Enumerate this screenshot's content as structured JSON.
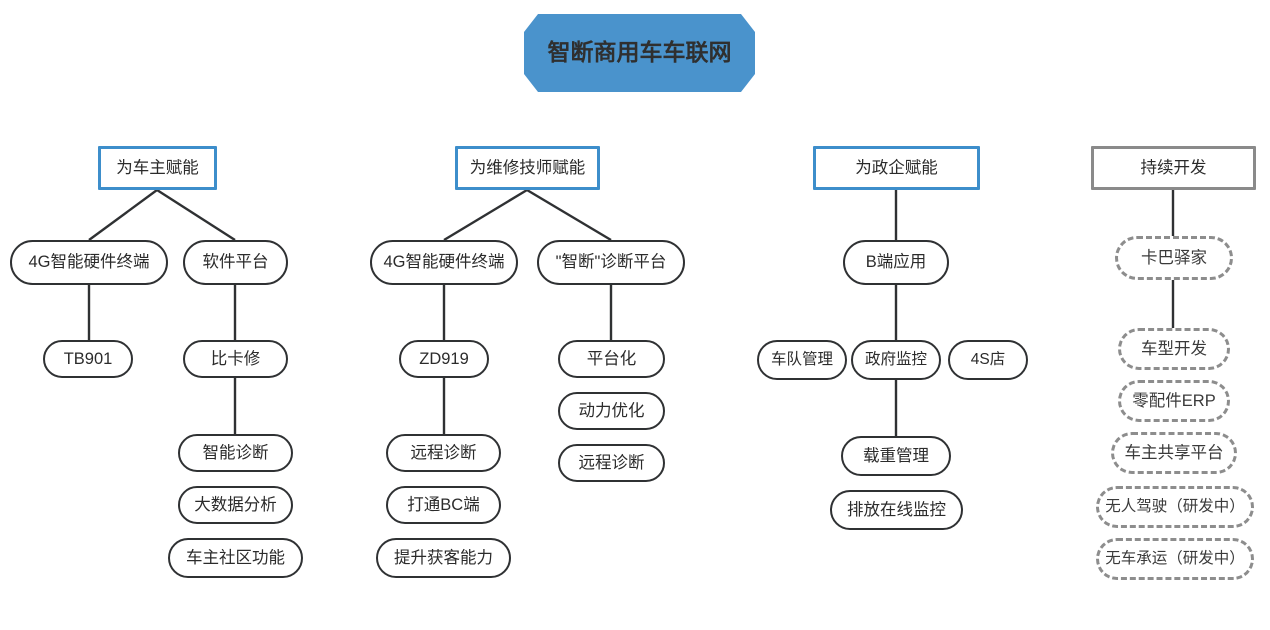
{
  "title": {
    "text": "智断商用车车联网",
    "fill_color": "#4a93cc",
    "text_color": "#2f2f2f"
  },
  "colors": {
    "accent_blue": "#3d8ecb",
    "node_outline": "#2f3133",
    "dashed_gray": "#8d8d8d",
    "header_gray": "#8a8a8a",
    "edge": "#2f3133",
    "background": "#ffffff"
  },
  "columns": [
    {
      "id": "vehicle-owner",
      "header": "为车主赋能",
      "header_style": "blue",
      "branches": [
        {
          "id": "hardware-terminal",
          "label": "4G智能硬件终端",
          "children": [
            "TB901"
          ]
        },
        {
          "id": "software-platform",
          "label": "软件平台",
          "children": [
            "比卡修",
            "智能诊断",
            "大数据分析",
            "车主社区功能"
          ]
        }
      ]
    },
    {
      "id": "repair-technician",
      "header": "为维修技师赋能",
      "header_style": "blue",
      "branches": [
        {
          "id": "hardware-terminal-2",
          "label": "4G智能硬件终端",
          "children": [
            "ZD919",
            "远程诊断",
            "打通BC端",
            "提升获客能力"
          ]
        },
        {
          "id": "zhiduan-platform",
          "label": "\"智断\"诊断平台",
          "children": [
            "平台化",
            "动力优化",
            "远程诊断"
          ]
        }
      ]
    },
    {
      "id": "government-enterprise",
      "header": "为政企赋能",
      "header_style": "blue",
      "branches": [
        {
          "id": "b-end-application",
          "label": "B端应用",
          "children": [
            "车队管理",
            "政府监控",
            "4S店",
            "载重管理",
            "排放在线监控"
          ]
        }
      ]
    },
    {
      "id": "continuous-development",
      "header": "持续开发",
      "header_style": "gray",
      "branches": [
        {
          "id": "kaba-yijia",
          "label": "卡巴驿家",
          "children": [
            "车型开发",
            "零配件ERP",
            "车主共享平台",
            "无人驾驶（研发中）",
            "无车承运（研发中）"
          ]
        }
      ]
    }
  ],
  "nodes": {
    "title": "智断商用车车联网",
    "c1_header": "为车主赋能",
    "c1_b1": "4G智能硬件终端",
    "c1_b2": "软件平台",
    "c1_b1_c1": "TB901",
    "c1_b2_c1": "比卡修",
    "c1_b2_c2": "智能诊断",
    "c1_b2_c3": "大数据分析",
    "c1_b2_c4": "车主社区功能",
    "c2_header": "为维修技师赋能",
    "c2_b1": "4G智能硬件终端",
    "c2_b2": "\"智断\"诊断平台",
    "c2_b1_c1": "ZD919",
    "c2_b1_c2": "远程诊断",
    "c2_b1_c3": "打通BC端",
    "c2_b1_c4": "提升获客能力",
    "c2_b2_c1": "平台化",
    "c2_b2_c2": "动力优化",
    "c2_b2_c3": "远程诊断",
    "c3_header": "为政企赋能",
    "c3_b1": "B端应用",
    "c3_b1_c1": "车队管理",
    "c3_b1_c2": "政府监控",
    "c3_b1_c3": "4S店",
    "c3_b1_c4": "载重管理",
    "c3_b1_c5": "排放在线监控",
    "c4_header": "持续开发",
    "c4_n1": "卡巴驿家",
    "c4_n2": "车型开发",
    "c4_n3": "零配件ERP",
    "c4_n4": "车主共享平台",
    "c4_n5": "无人驾驶（研发中）",
    "c4_n6": "无车承运（研发中）"
  }
}
